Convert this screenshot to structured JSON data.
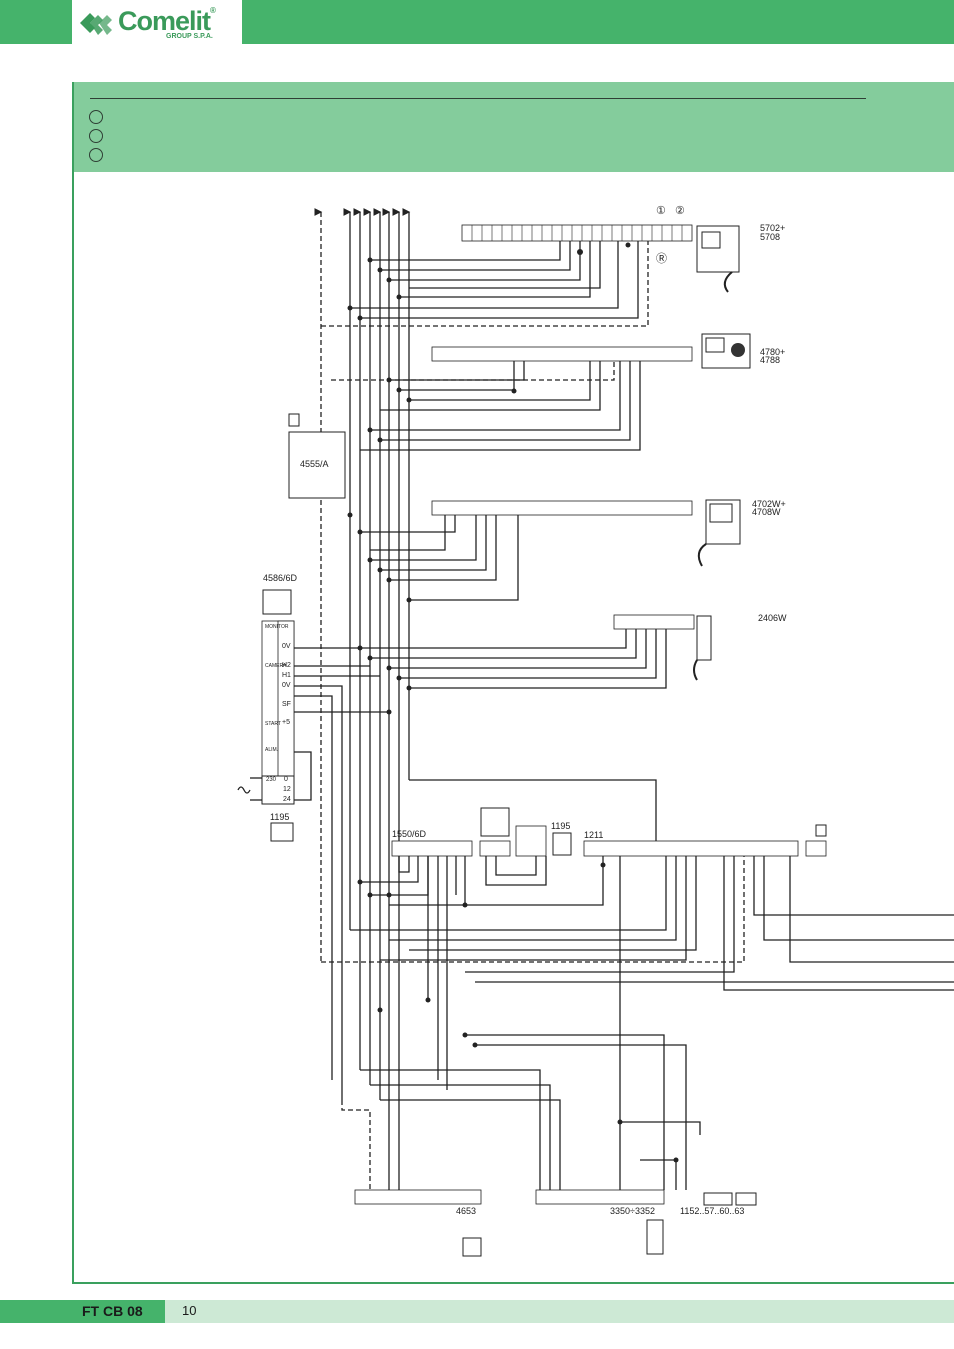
{
  "brand": {
    "name": "Comelit",
    "reg": "®",
    "sub": "GROUP S.P.A."
  },
  "footer": {
    "code": "FT CB 08",
    "page": "10"
  },
  "diagram": {
    "units": {
      "u5702": "5702+",
      "u5708": "5708",
      "u4780": "4780+",
      "u4788": "4788",
      "u4702": "4702W+",
      "u4708": "4708W",
      "u2406": "2406W",
      "u4555": "4555/A",
      "u4586": "4586/6D",
      "u1195a": "1195",
      "u1195b": "1195",
      "u1550": "1550/6D",
      "u1211": "1211",
      "u4653": "4653",
      "u3350": "3350÷3352",
      "u1152": "1152..57..60..63"
    },
    "markers": {
      "m1": "①",
      "m2": "②",
      "m3": "Ⓡ"
    },
    "psu_labels": [
      "MONITOR",
      "CAMERA",
      "START",
      "ALIM."
    ],
    "psu_terms": [
      "0V",
      "H2",
      "H1",
      "0V",
      "SF",
      "+5",
      "0",
      "12",
      "24",
      "230"
    ]
  }
}
